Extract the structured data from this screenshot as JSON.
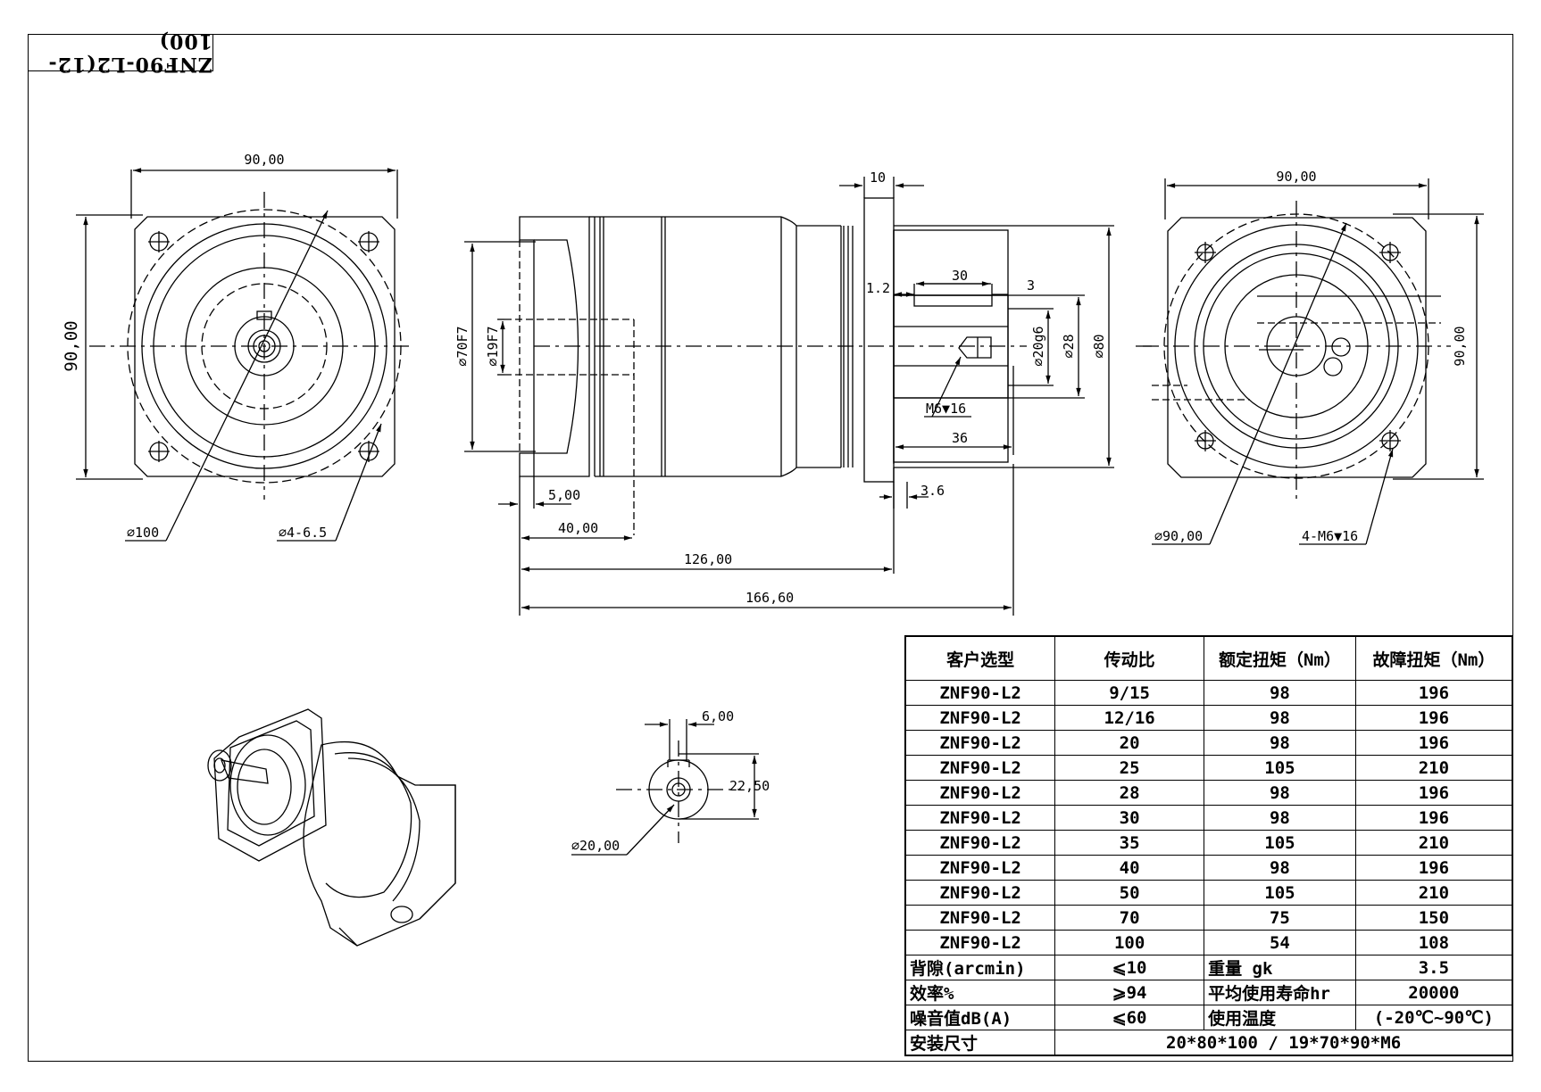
{
  "title": "ZNF90-L2(12-100)",
  "dims": {
    "front_w": "90,00",
    "front_h": "90,00",
    "front_d100": "⌀100",
    "front_holes": "⌀4-6.5",
    "side_10": "10",
    "side_1_2": "1.2",
    "side_30": "30",
    "side_3": "3",
    "side_d70": "⌀70F7",
    "side_d19": "⌀19F7",
    "side_d20": "⌀20g6",
    "side_d28": "⌀28",
    "side_d80": "⌀80",
    "side_m6": "M6▼16",
    "side_36": "36",
    "side_3_6": "3.6",
    "side_5": "5,00",
    "side_40": "40,00",
    "side_126": "126,00",
    "side_166": "166,60",
    "rear_w": "90,00",
    "rear_h": "90,00",
    "rear_d90": "⌀90,00",
    "rear_holes": "4-M6▼16",
    "shaft_6": "6,00",
    "shaft_22": "22,50",
    "shaft_d20": "⌀20,00"
  },
  "table": {
    "headers": [
      "客户选型",
      "传动比",
      "额定扭矩（Nm）",
      "故障扭矩（Nm）"
    ],
    "rows": [
      [
        "ZNF90-L2",
        "9/15",
        "98",
        "196"
      ],
      [
        "ZNF90-L2",
        "12/16",
        "98",
        "196"
      ],
      [
        "ZNF90-L2",
        "20",
        "98",
        "196"
      ],
      [
        "ZNF90-L2",
        "25",
        "105",
        "210"
      ],
      [
        "ZNF90-L2",
        "28",
        "98",
        "196"
      ],
      [
        "ZNF90-L2",
        "30",
        "98",
        "196"
      ],
      [
        "ZNF90-L2",
        "35",
        "105",
        "210"
      ],
      [
        "ZNF90-L2",
        "40",
        "98",
        "196"
      ],
      [
        "ZNF90-L2",
        "50",
        "105",
        "210"
      ],
      [
        "ZNF90-L2",
        "70",
        "75",
        "150"
      ],
      [
        "ZNF90-L2",
        "100",
        "54",
        "108"
      ]
    ],
    "props": [
      [
        "背隙(arcmin)",
        "⩽10",
        "重量 gk",
        "3.5"
      ],
      [
        "效率%",
        "⩾94",
        "平均使用寿命hr",
        "20000"
      ],
      [
        "噪音值dB(A)",
        "⩽60",
        "使用温度",
        "(-20℃~90℃)"
      ]
    ],
    "mount_label": "安装尺寸",
    "mount_value": "20*80*100 / 19*70*90*M6"
  }
}
